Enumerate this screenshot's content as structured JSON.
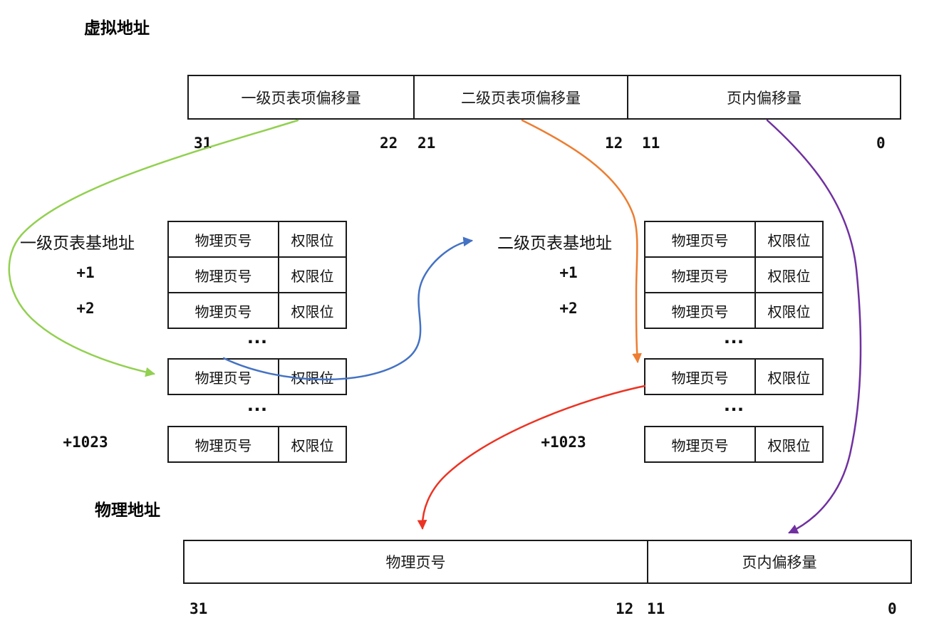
{
  "virtual_address": {
    "title": "虚拟地址",
    "fields": [
      {
        "label": "一级页表项偏移量",
        "high_bit": "31",
        "low_bit": "22"
      },
      {
        "label": "二级页表项偏移量",
        "high_bit": "21",
        "low_bit": "12"
      },
      {
        "label": "页内偏移量",
        "high_bit": "11",
        "low_bit": "0"
      }
    ]
  },
  "physical_address": {
    "title": "物理地址",
    "fields": [
      {
        "label": "物理页号",
        "high_bit": "31",
        "low_bit": "12"
      },
      {
        "label": "页内偏移量",
        "high_bit": "11",
        "low_bit": "0"
      }
    ]
  },
  "page_table": {
    "entry_label": "物理页号",
    "perm_label": "权限位",
    "ellipsis": "…"
  },
  "level1": {
    "base_label": "一级页表基地址",
    "offset1": "+1",
    "offset2": "+2",
    "offset_last": "+1023"
  },
  "level2": {
    "base_label": "二级页表基地址",
    "offset1": "+1",
    "offset2": "+2",
    "offset_last": "+1023"
  },
  "arrows": {
    "l1_index": {
      "color": "#92d050",
      "meaning": "level-1 offset selects level-1 page table entry"
    },
    "l2_base": {
      "color": "#4472c4",
      "meaning": "level-1 entry gives level-2 page table base address"
    },
    "l2_index": {
      "color": "#ed7d31",
      "meaning": "level-2 offset selects level-2 page table entry"
    },
    "phys_page": {
      "color": "#ec3323",
      "meaning": "level-2 entry gives physical page number"
    },
    "page_offset": {
      "color": "#7030a0",
      "meaning": "page offset copied into physical address"
    }
  }
}
